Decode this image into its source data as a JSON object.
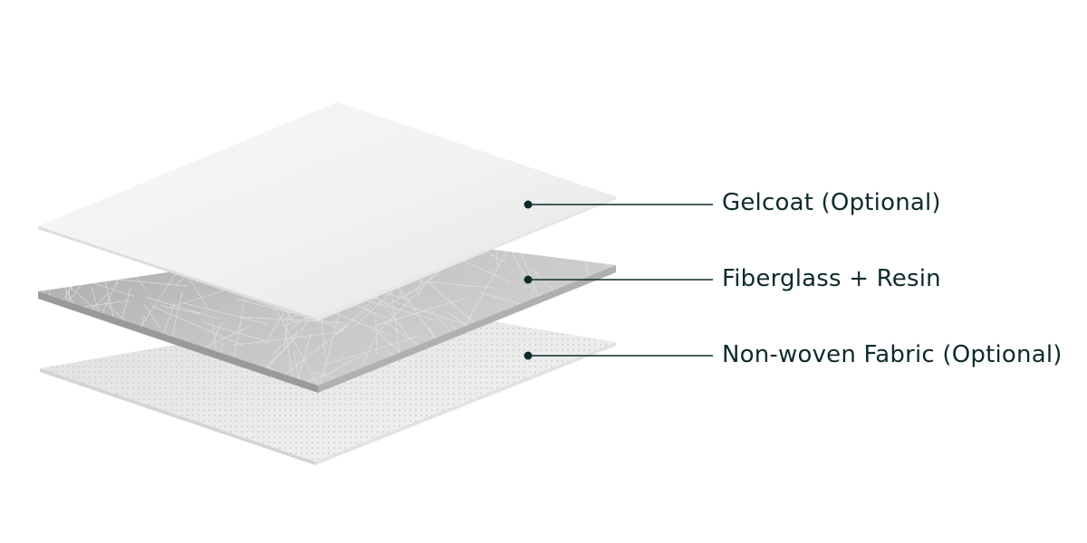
{
  "layers": [
    {
      "id": "gelcoat",
      "label": "Gelcoat (Optional)"
    },
    {
      "id": "fiberglass",
      "label": "Fiberglass + Resin"
    },
    {
      "id": "nonwoven",
      "label": "Non-woven Fabric (Optional)"
    }
  ],
  "colors": {
    "text": "#0f2a2c",
    "leader": "#0f2a2c",
    "gelcoat_top": "#f3f3f3",
    "fiberglass_top": "#bdbdbd",
    "nonwoven_top": "#e9e9e9"
  }
}
